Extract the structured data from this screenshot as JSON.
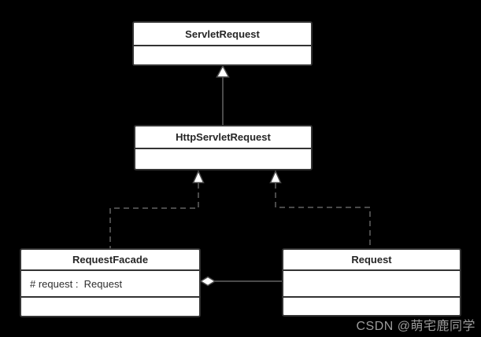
{
  "diagram": {
    "type": "uml-class-diagram",
    "background_color": "#000000",
    "box_fill_color": "#ffffff",
    "box_border_color": "#333333",
    "connector_color": "#4a4a4a",
    "title_text_color": "#262626",
    "classes": [
      {
        "name": "ServletRequest",
        "attributes": [],
        "compartment_count": 2
      },
      {
        "name": "HttpServletRequest",
        "attributes": [],
        "compartment_count": 2
      },
      {
        "name": "RequestFacade",
        "attributes": [
          "# request :  Request"
        ],
        "compartment_count": 3
      },
      {
        "name": "Request",
        "attributes": [],
        "compartment_count": 3
      }
    ],
    "relationships": [
      {
        "type": "generalization",
        "from": "HttpServletRequest",
        "to": "ServletRequest",
        "line_style": "solid",
        "arrowhead": "hollow-triangle"
      },
      {
        "type": "realization",
        "from": "RequestFacade",
        "to": "HttpServletRequest",
        "line_style": "dashed",
        "arrowhead": "hollow-triangle"
      },
      {
        "type": "realization",
        "from": "Request",
        "to": "HttpServletRequest",
        "line_style": "dashed",
        "arrowhead": "hollow-triangle"
      },
      {
        "type": "aggregation",
        "from": "Request",
        "to": "RequestFacade",
        "line_style": "solid",
        "arrowhead": "hollow-diamond"
      }
    ],
    "watermark": "CSDN @萌宅鹿同学"
  }
}
